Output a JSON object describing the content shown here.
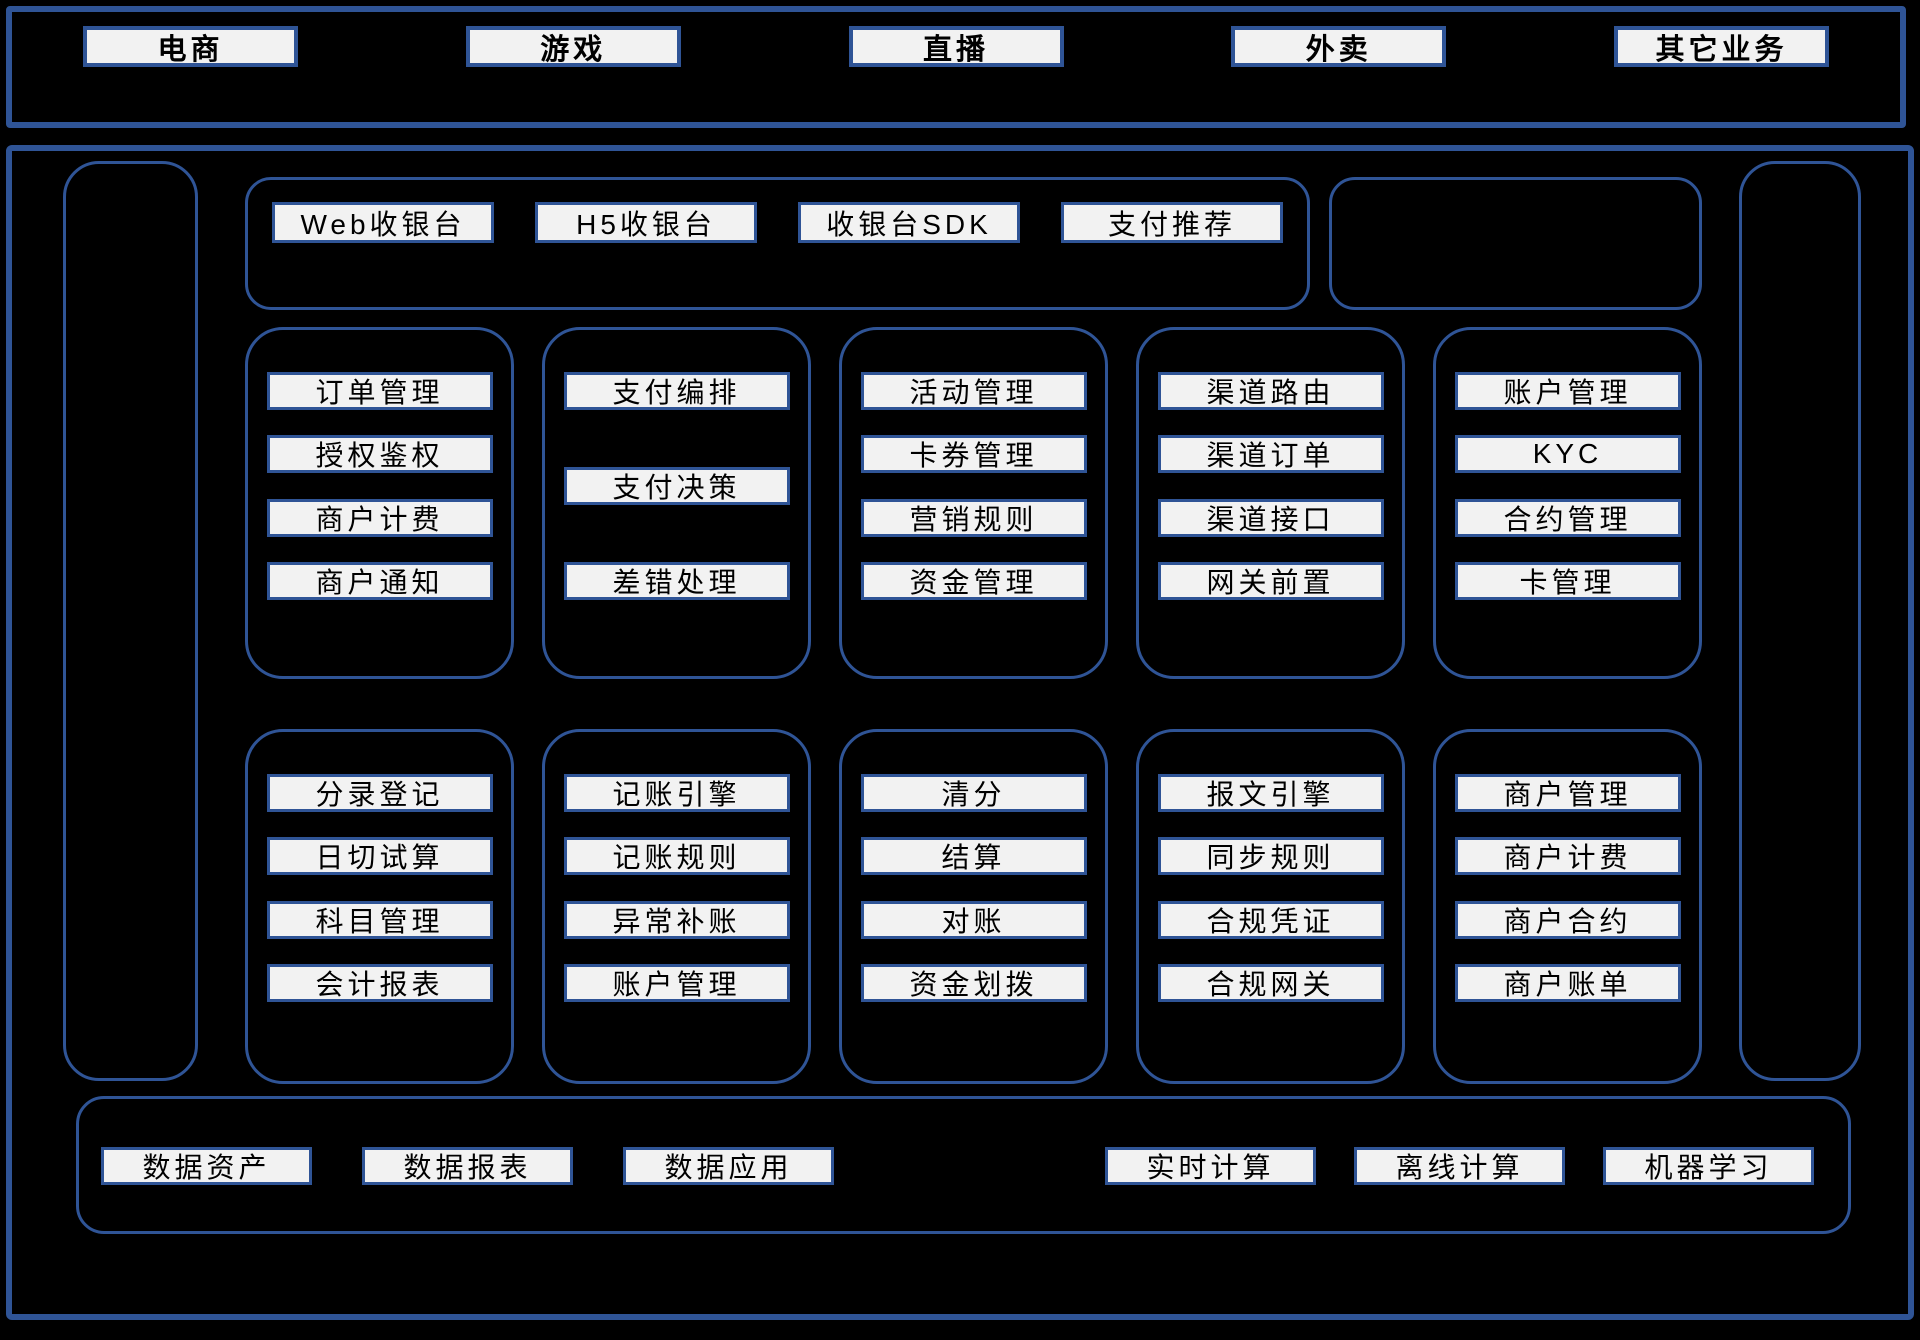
{
  "colors": {
    "background": "#000000",
    "border": "#2f5496",
    "chip_background": "#f2f2f2",
    "chip_text": "#000000"
  },
  "business_bar": {
    "items": [
      "电商",
      "游戏",
      "直播",
      "外卖",
      "其它业务"
    ]
  },
  "checkout_section": {
    "items": [
      "Web收银台",
      "H5收银台",
      "收银台SDK",
      "支付推荐"
    ]
  },
  "service_groups_row1": [
    {
      "items": [
        "订单管理",
        "授权鉴权",
        "商户计费",
        "商户通知"
      ]
    },
    {
      "items": [
        "支付编排",
        "支付决策",
        "差错处理"
      ]
    },
    {
      "items": [
        "活动管理",
        "卡券管理",
        "营销规则",
        "资金管理"
      ]
    },
    {
      "items": [
        "渠道路由",
        "渠道订单",
        "渠道接口",
        "网关前置"
      ]
    },
    {
      "items": [
        "账户管理",
        "KYC",
        "合约管理",
        "卡管理"
      ]
    }
  ],
  "service_groups_row2": [
    {
      "items": [
        "分录登记",
        "日切试算",
        "科目管理",
        "会计报表"
      ]
    },
    {
      "items": [
        "记账引擎",
        "记账规则",
        "异常补账",
        "账户管理"
      ]
    },
    {
      "items": [
        "清分",
        "结算",
        "对账",
        "资金划拨"
      ]
    },
    {
      "items": [
        "报文引擎",
        "同步规则",
        "合规凭证",
        "合规网关"
      ]
    },
    {
      "items": [
        "商户管理",
        "商户计费",
        "商户合约",
        "商户账单"
      ]
    }
  ],
  "data_platform_bar": {
    "left_items": [
      "数据资产",
      "数据报表",
      "数据应用"
    ],
    "right_items": [
      "实时计算",
      "离线计算",
      "机器学习"
    ]
  }
}
